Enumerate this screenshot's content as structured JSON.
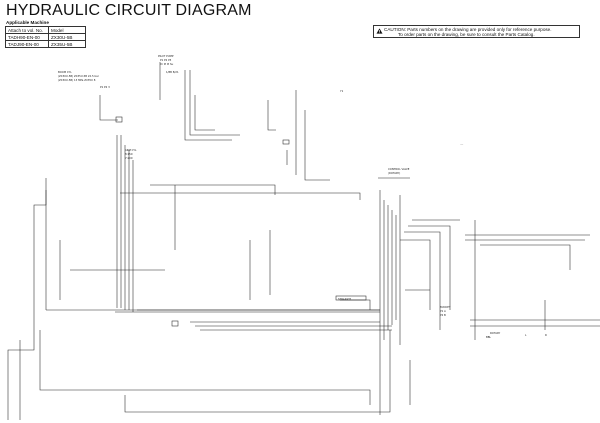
{
  "header": {
    "title": "HYDRAULIC CIRCUIT DIAGRAM"
  },
  "applicable_machine": {
    "label": "Applicable Machine",
    "columns": [
      "Attach to vol. No.",
      "Model"
    ],
    "rows": [
      [
        "TADH90-EN-00",
        "ZX30U-5B"
      ],
      [
        "TADJ90-EN-00",
        "ZX35U-5B"
      ]
    ]
  },
  "caution": {
    "line1": "CAUTION: Parts numbers on the drawing are provided only for reference purpose.",
    "line2": "To order parts on the drawing, be sure to consult the Parts Catalog."
  },
  "diagram_labels": {
    "boom_cyl": "BOOM CYL",
    "arm_cyl": "ARM CYL",
    "pilot_pump": "PILOT PUMP",
    "bucket_cyl": "BUCKET",
    "travel": "TRAVEL MOTOR",
    "control_valve": "CONTROL VALVE",
    "rotary": "ROTARY",
    "valve_ref": "(ROTARY)"
  }
}
